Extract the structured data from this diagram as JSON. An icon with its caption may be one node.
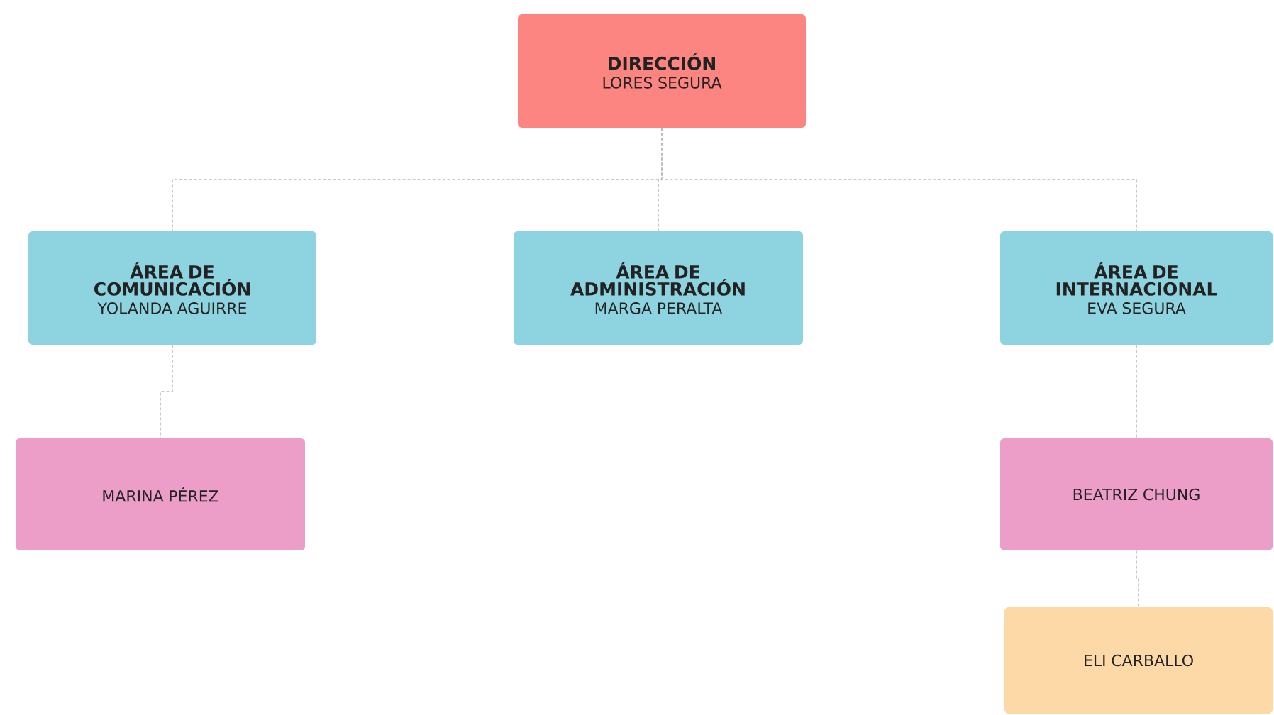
{
  "diagram": {
    "nodes": [
      {
        "text": [
          "DIRECCIÓN",
          "LORES SEGURA"
        ]
      },
      {
        "text": [
          "ÁREA DE COMUNICACIÓN",
          "YOLANDA AGUIRRE"
        ]
      },
      {
        "text": [
          "ÁREA DE ADMINISTRACIÓN",
          "MARGA PERALTA"
        ]
      },
      {
        "text": [
          "ÁREA DE INTERNACIONAL",
          "EVA SEGURA"
        ]
      },
      {
        "text": [
          "MARINA PÉREZ"
        ]
      },
      {
        "text": [
          "BEATRIZ CHUNG"
        ]
      },
      {
        "text": [
          "ELI CARBALLO"
        ]
      }
    ],
    "edges": [
      {
        "from": 0,
        "to": 1,
        "arrow": "none",
        "style": "dashed"
      },
      {
        "from": 0,
        "to": 2,
        "arrow": "none",
        "style": "dashed"
      },
      {
        "from": 0,
        "to": 3,
        "arrow": "none",
        "style": "dashed"
      },
      {
        "from": 1,
        "to": 4,
        "arrow": "none",
        "style": "dashed"
      },
      {
        "from": 3,
        "to": 5,
        "arrow": "none",
        "style": "dashed"
      },
      {
        "from": 5,
        "to": 6,
        "arrow": "none",
        "style": "dashed"
      }
    ]
  }
}
